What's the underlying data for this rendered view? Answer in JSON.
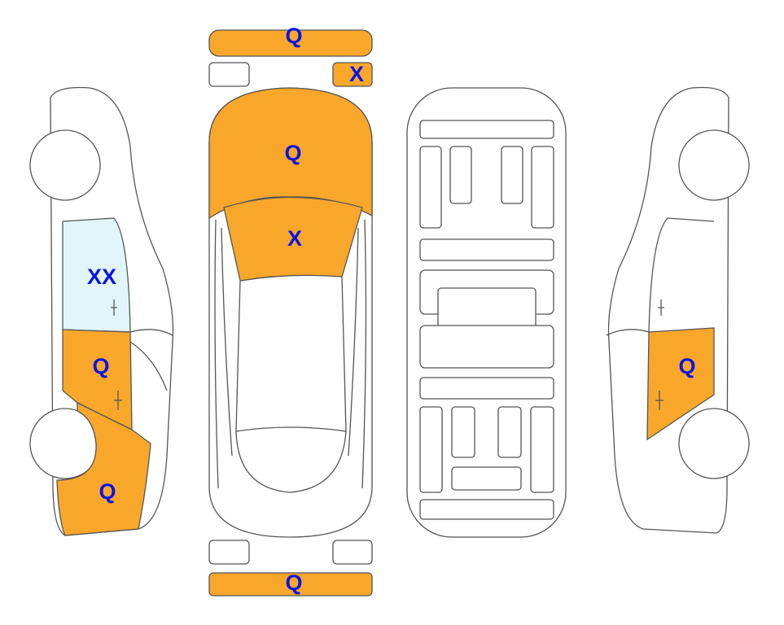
{
  "colors": {
    "damage": "#F9A72B",
    "glass": "#E1F5FB",
    "label": "#0A14E6",
    "outline": "#555555"
  },
  "parts": {
    "front_bumper": {
      "code": "Q"
    },
    "front_right_light": {
      "code": "X"
    },
    "hood": {
      "code": "Q"
    },
    "windshield": {
      "code": "X"
    },
    "left_rear_window": {
      "code": "XX"
    },
    "left_door": {
      "code": "Q"
    },
    "left_quarter_panel": {
      "code": "Q"
    },
    "right_door": {
      "code": "Q"
    },
    "rear_bumper": {
      "code": "Q"
    }
  }
}
